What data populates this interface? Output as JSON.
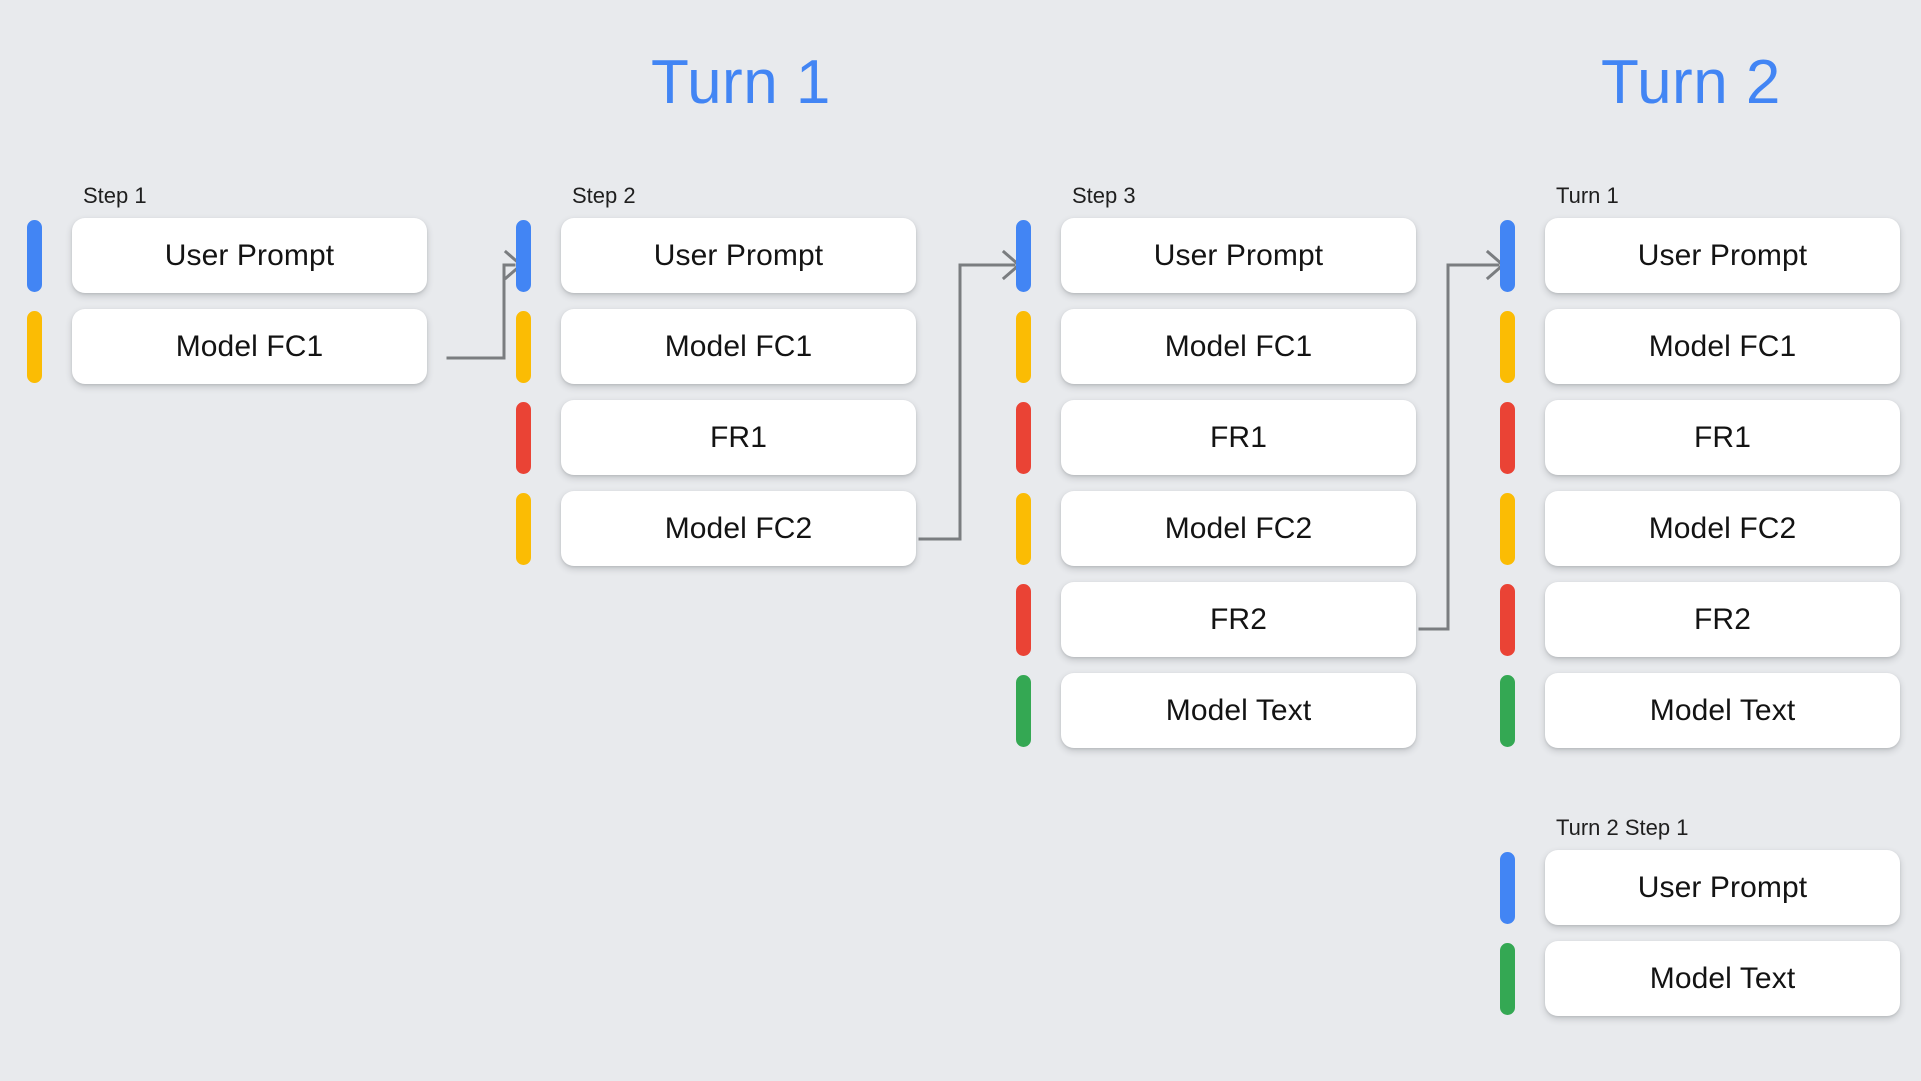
{
  "background_color": "#E8EAED",
  "palette": {
    "blue": "#4285F4",
    "yellow": "#FBBC04",
    "red": "#EA4335",
    "green": "#34A853",
    "card_bg": "#FFFFFF",
    "card_text": "#131313",
    "label_text": "#1f1f1f",
    "connector": "#7A7D80",
    "title_blue": "#4285F4"
  },
  "titles": {
    "turn1": "Turn 1",
    "turn2": "Turn 2"
  },
  "columns": [
    {
      "id": "step1",
      "label": "Step 1",
      "rows": [
        {
          "label": "User Prompt",
          "color": "#4285F4",
          "role": "user-prompt"
        },
        {
          "label": "Model FC1",
          "color": "#FBBC04",
          "role": "model-function-call"
        }
      ]
    },
    {
      "id": "step2",
      "label": "Step 2",
      "rows": [
        {
          "label": "User Prompt",
          "color": "#4285F4",
          "role": "user-prompt"
        },
        {
          "label": "Model FC1",
          "color": "#FBBC04",
          "role": "model-function-call"
        },
        {
          "label": "FR1",
          "color": "#EA4335",
          "role": "function-response"
        },
        {
          "label": "Model FC2",
          "color": "#FBBC04",
          "role": "model-function-call"
        }
      ]
    },
    {
      "id": "step3",
      "label": "Step 3",
      "rows": [
        {
          "label": "User Prompt",
          "color": "#4285F4",
          "role": "user-prompt"
        },
        {
          "label": "Model FC1",
          "color": "#FBBC04",
          "role": "model-function-call"
        },
        {
          "label": "FR1",
          "color": "#EA4335",
          "role": "function-response"
        },
        {
          "label": "Model FC2",
          "color": "#FBBC04",
          "role": "model-function-call"
        },
        {
          "label": "FR2",
          "color": "#EA4335",
          "role": "function-response"
        },
        {
          "label": "Model Text",
          "color": "#34A853",
          "role": "model-text"
        }
      ]
    },
    {
      "id": "turn1",
      "label": "Turn 1",
      "rows": [
        {
          "label": "User Prompt",
          "color": "#4285F4",
          "role": "user-prompt"
        },
        {
          "label": "Model FC1",
          "color": "#FBBC04",
          "role": "model-function-call"
        },
        {
          "label": "FR1",
          "color": "#EA4335",
          "role": "function-response"
        },
        {
          "label": "Model FC2",
          "color": "#FBBC04",
          "role": "model-function-call"
        },
        {
          "label": "FR2",
          "color": "#EA4335",
          "role": "function-response"
        },
        {
          "label": "Model Text",
          "color": "#34A853",
          "role": "model-text"
        }
      ]
    },
    {
      "id": "turn2step1",
      "label": "Turn 2 Step 1",
      "rows": [
        {
          "label": "User Prompt",
          "color": "#4285F4",
          "role": "user-prompt"
        },
        {
          "label": "Model Text",
          "color": "#34A853",
          "role": "model-text"
        }
      ]
    }
  ],
  "connectors": [
    {
      "from": "step1.Model FC1",
      "to": "step2.User Prompt"
    },
    {
      "from": "step2.Model FC2",
      "to": "step3.User Prompt"
    },
    {
      "from": "step3.FR2",
      "to": "turn1.User Prompt"
    }
  ]
}
